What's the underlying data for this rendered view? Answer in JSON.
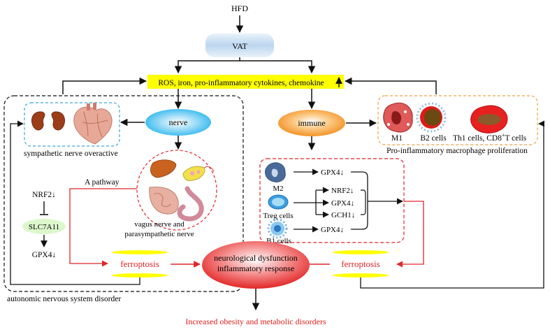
{
  "top": {
    "trigger": "HFD",
    "tissue": "VAT",
    "mediators": "ROS, iron, pro-inflammatory cytokines, chemokine"
  },
  "left": {
    "nerve_label": "nerve",
    "sympathetic_caption": "sympathetic nerve overactive",
    "pathway_label": "A pathway",
    "nrf2": "NRF2↓",
    "slc7a11": "SLC7A11",
    "gpx4": "GPX4↓",
    "vagus_caption_line1": "vagus nerve and",
    "vagus_caption_line2": "parasympathetic nerve",
    "ferroptosis": "ferroptosis",
    "box_caption": "autonomic nervous system disorder"
  },
  "right": {
    "immune_label": "immune",
    "cells": {
      "m1": "M1",
      "b2": "B2 cells",
      "th1": "Th1 cells, CD8",
      "th1_sup": "+",
      "th1_suffix": "T cells"
    },
    "macrophage_caption": "Pro-inflammatory macrophage proliferation",
    "m2": "M2",
    "treg": "Treg cells",
    "b1": "B1 cells",
    "m2_marker": "GPX4↓",
    "treg_markers": [
      "NRF2↓",
      "GPX4↓",
      "GCH1↓"
    ],
    "b1_marker": "GPX4↓",
    "ferroptosis": "ferroptosis"
  },
  "center": {
    "line1": "neurological dysfunction",
    "line2": "inflammatory response",
    "outcome": "Increased obesity and metabolic disorders"
  },
  "colors": {
    "mediator_bar": "#ffff00",
    "vat_fill": "#bcd6ee",
    "nerve_fill": "#1ab2ee",
    "immune_fill": "#f28a16",
    "center_fill": "#e01818",
    "red_line": "#e0262a",
    "slc_fill": "#dcf7cc",
    "outcome_text": "#e02020",
    "macrophage_box": "#f0a040"
  }
}
